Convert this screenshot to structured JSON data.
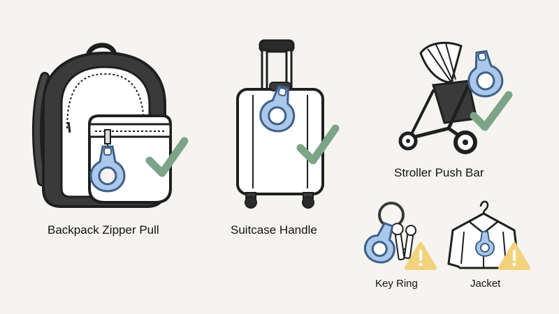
{
  "placements": [
    {
      "id": "backpack",
      "label": "Backpack Zipper Pull",
      "status": "recommended"
    },
    {
      "id": "suitcase",
      "label": "Suitcase Handle",
      "status": "recommended"
    },
    {
      "id": "stroller",
      "label": "Stroller Push Bar",
      "status": "recommended"
    },
    {
      "id": "keyring",
      "label": "Key Ring",
      "status": "caution"
    },
    {
      "id": "jacket",
      "label": "Jacket",
      "status": "caution"
    }
  ],
  "colors": {
    "background": "#f6f4f0",
    "tag": "#aac8ea",
    "tag_outline": "#3e5f88",
    "check": "#7da487",
    "warning": "#f2d27c",
    "outline": "#1f1f1f"
  },
  "icons": [
    "checkmark-icon",
    "warning-icon",
    "tracker-tag-icon"
  ]
}
